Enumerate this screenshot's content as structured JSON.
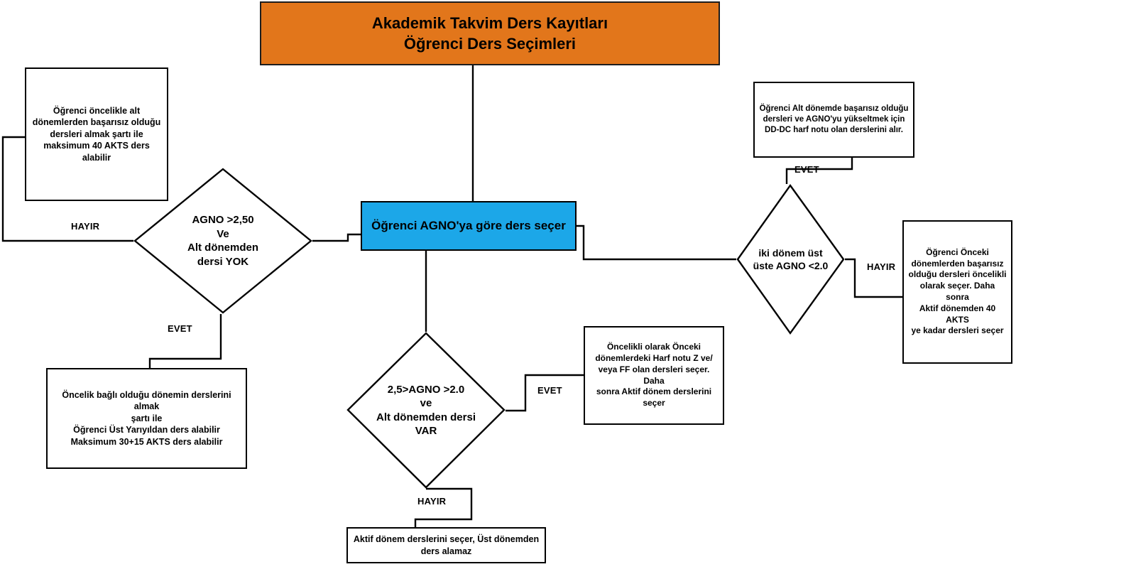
{
  "title": {
    "text": "Akademik Takvim Ders Kayıtları\nÖğrenci Ders Seçimleri",
    "fill": "#E2761B"
  },
  "process": {
    "label": "Öğrenci AGNO'ya göre ders seçer",
    "fill": "#1CA7E8"
  },
  "decisions": {
    "left": "AGNO >2,50\nVe\nAlt dönemden\ndersi YOK",
    "bottom_center": "2,5>AGNO >2.0\nve\nAlt dönemden dersi\nVAR",
    "right": "iki dönem üst\nüste AGNO <2.0"
  },
  "boxes": {
    "top_left": "Öğrenci öncelikle alt\ndönemlerden başarısız olduğu\ndersleri almak şartı ile\nmaksimum 40 AKTS ders alabilir",
    "bottom_left": "Öncelik bağlı olduğu dönemin derslerini almak\nşartı ile\nÖğrenci Üst Yarıyıldan ders alabilir\nMaksimum 30+15 AKTS ders alabilir",
    "top_right": "Öğrenci Alt dönemde başarısız olduğu\ndersleri ve AGNO'yu yükseltmek için\nDD-DC harf notu olan derslerini alır.",
    "far_right": "Öğrenci Önceki\ndönemlerden başarısız\nolduğu dersleri öncelikli\nolarak seçer. Daha sonra\nAktif dönemden 40 AKTS\nye kadar dersleri seçer",
    "mid_right": "Öncelikli olarak Önceki\ndönemlerdeki Harf notu Z ve/\nveya FF olan dersleri seçer. Daha\nsonra Aktif dönem derslerini\nseçer",
    "bottom_center": "Aktif dönem derslerini seçer, Üst dönemden\nders alamaz"
  },
  "edge_labels": {
    "left_hayir": "HAYIR",
    "left_evet": "EVET",
    "right_evet": "EVET",
    "right_hayir": "HAYIR",
    "bottom_evet": "EVET",
    "bottom_hayir": "HAYIR"
  }
}
